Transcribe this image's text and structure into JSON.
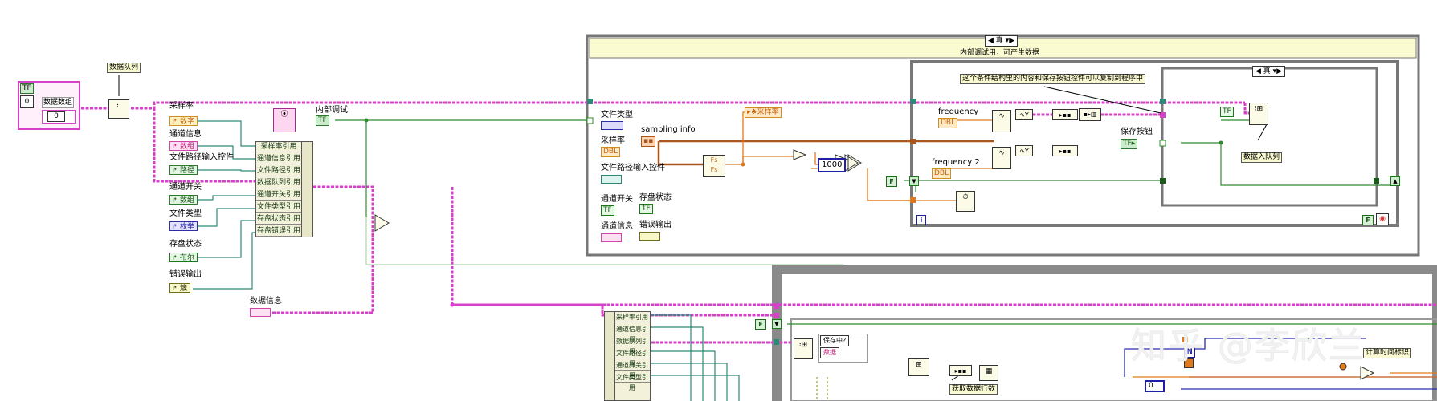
{
  "canvas": {
    "background": "#ffffff"
  },
  "colors": {
    "cluster_wire": "#d542c7",
    "numeric_wire": "#e07a1e",
    "bool_wire": "#2e8b2e",
    "ref_wire": "#2b8a77",
    "frame": "#777777",
    "case_header": "#fbfbd2"
  },
  "left_array": {
    "index": "0",
    "label": "数据数组",
    "inner_value": "0",
    "bool_tag": "TF"
  },
  "queue_label": "数据队列",
  "refs_cluster": {
    "controls": [
      {
        "label": "采样率",
        "value": "数字",
        "kind": "num"
      },
      {
        "label": "通道信息",
        "value": "数组",
        "kind": "str"
      },
      {
        "label": "文件路径输入控件",
        "value": "路径",
        "kind": "path"
      },
      {
        "label": "通道开关",
        "value": "数组",
        "kind": "path"
      },
      {
        "label": "文件类型",
        "value": "枚举",
        "kind": "enum"
      },
      {
        "label": "存盘状态",
        "value": "布尔",
        "kind": "bool"
      },
      {
        "label": "错误输出",
        "value": "簇",
        "kind": "err"
      }
    ],
    "bundle_rows": [
      "采样率引用",
      "通道信息引用",
      "文件路径引用",
      "数据队列引用",
      "通道开关引用",
      "文件类型引用",
      "存盘状态引用",
      "存盘错误引用"
    ]
  },
  "internal_debug": {
    "label": "内部调试",
    "value": "TF"
  },
  "data_info_label": "数据信息",
  "case_outer": {
    "selector": "真",
    "title": "内部调试用，可产生数据",
    "terminals": [
      {
        "label": "文件类型",
        "kind": "enum"
      },
      {
        "label": "采样率",
        "value": "DBL",
        "kind": "num"
      },
      {
        "label": "文件路径输入控件",
        "kind": "path"
      },
      {
        "label": "通道开关",
        "value": "TF",
        "kind": "bool"
      },
      {
        "label": "存盘状态",
        "value": "TF",
        "kind": "bool"
      },
      {
        "label": "通道信息",
        "kind": "str"
      },
      {
        "label": "错误输出",
        "kind": "err"
      }
    ],
    "sampling_info": "sampling info",
    "fs": "Fs",
    "sample_rate_out": "采样率",
    "const_1000": "1000",
    "bool_f": "F"
  },
  "while_loop": {
    "frequency_1": "frequency",
    "frequency_2": "frequency 2",
    "note": "这个条件结构里的内容和保存按钮控件可以复制到程序中",
    "save_button": "保存按钮",
    "inner_case_selector": "真",
    "enqueue_label": "数据入队列",
    "iteration": "i",
    "stop_const": "F"
  },
  "lower_section": {
    "bundle_rows": [
      "采样率引用",
      "通道信息引用",
      "数据队列引用",
      "文件路径引用",
      "通道开关引用",
      "文件类型引用"
    ],
    "bool_f": "F",
    "saving_case": "保存中?",
    "data_case": "数据",
    "get_rows_label": "获取数据行数",
    "numeric_zero": "0",
    "calc_label": "计算时间标识",
    "enum_n": "N"
  },
  "watermark": "知乎 @李欣兰"
}
